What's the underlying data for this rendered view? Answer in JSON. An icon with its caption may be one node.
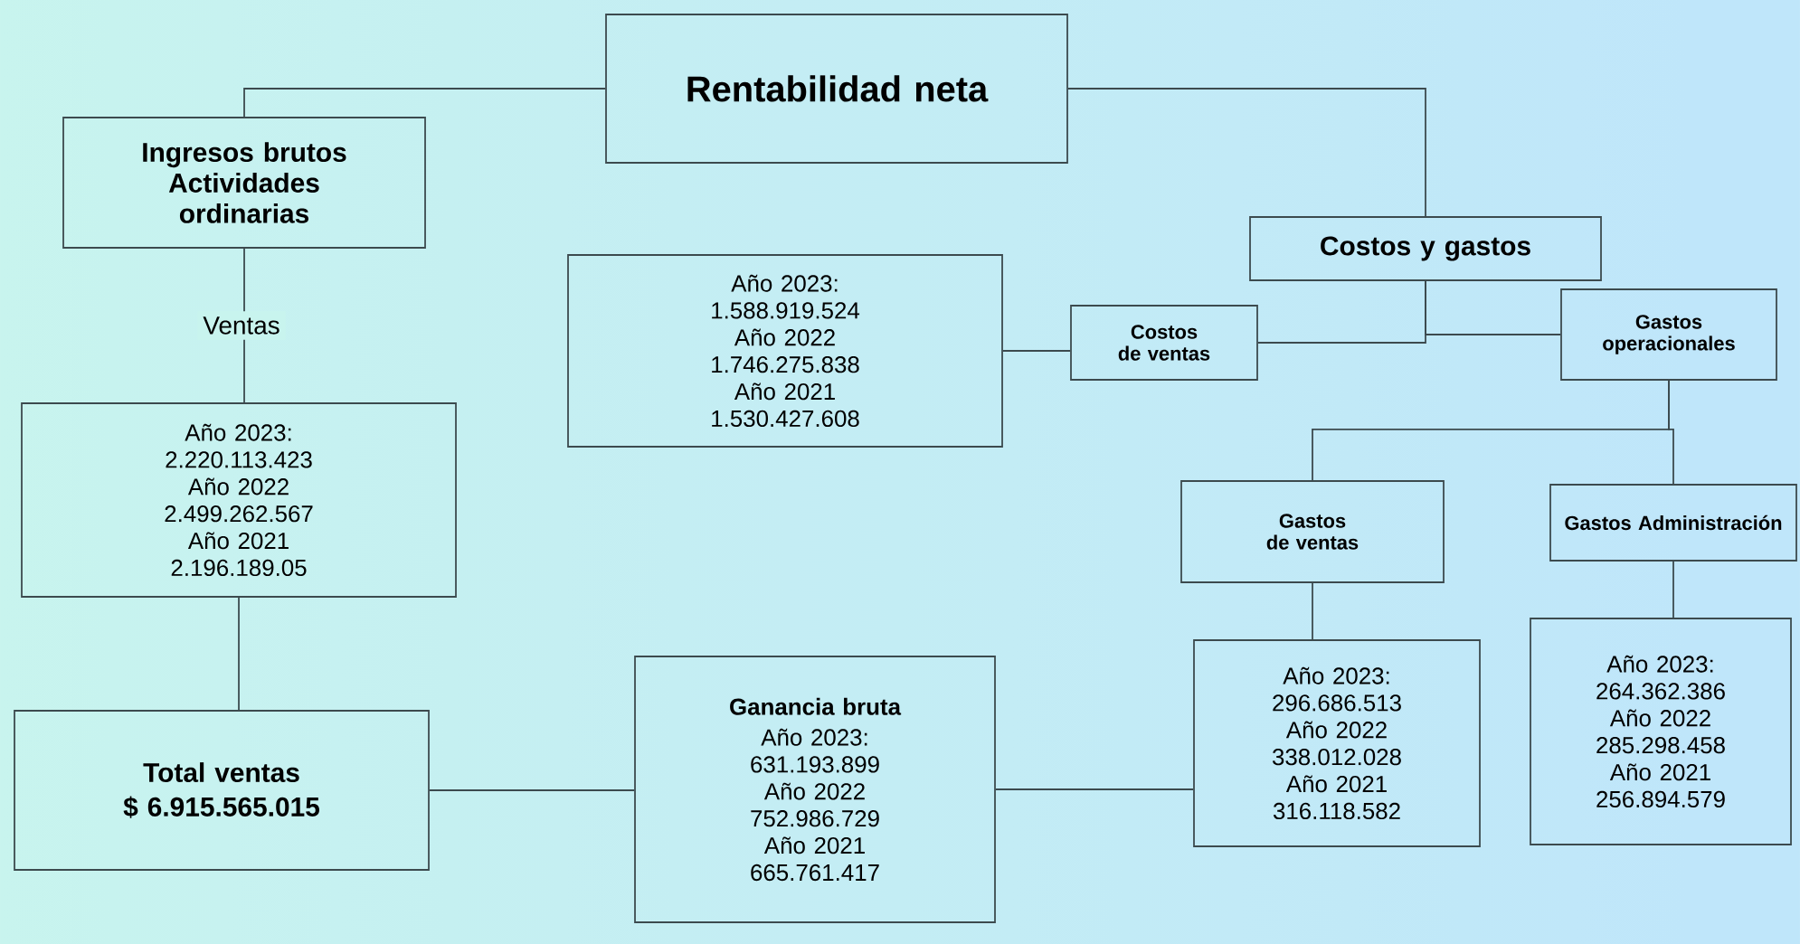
{
  "diagram": {
    "nodes": [
      {
        "text": [
          "Rentabilidad neta"
        ]
      },
      {
        "text": [
          "Ingresos brutos Actividades ordinarias"
        ]
      },
      {
        "text": [
          "Costos y gastos"
        ]
      },
      {
        "text": [
          "Año 2023: 1.588.919.524 Año 2022 1.746.275.838 Año 2021 1.530.427.608"
        ]
      },
      {
        "text": [
          "Costos de ventas"
        ]
      },
      {
        "text": [
          "Gastos operacionales"
        ]
      },
      {
        "text": [
          "Año 2023: 2.220.113.423 Año 2022 2.499.262.567 Año 2021 2.196.189.05"
        ]
      },
      {
        "text": [
          "Gastos de ventas"
        ]
      },
      {
        "text": [
          "Gastos Administración"
        ]
      },
      {
        "text": [
          "Total ventas",
          "$ 6.915.565.015"
        ]
      },
      {
        "text": [
          "Ganancia bruta",
          "Año 2023: 631.193.899 Año 2022 752.986.729 Año 2021 665.761.417"
        ]
      },
      {
        "text": [
          "Año 2023: 296.686.513 Año 2022 338.012.028 Año 2021 316.118.582"
        ]
      },
      {
        "text": [
          "Año 2023: 264.362.386 Año 2022 285.298.458 Año 2021 256.894.579"
        ]
      }
    ],
    "edges": [
      {
        "from": 0,
        "to": 1,
        "arrow": "none"
      },
      {
        "from": 0,
        "to": 2,
        "arrow": "none"
      },
      {
        "from": 3,
        "to": 4,
        "arrow": "none"
      },
      {
        "from": 2,
        "to": 4,
        "arrow": "none"
      },
      {
        "from": 2,
        "to": 5,
        "arrow": "none"
      },
      {
        "from": 5,
        "to": 7,
        "arrow": "none"
      },
      {
        "from": 5,
        "to": 8,
        "arrow": "none"
      },
      {
        "from": 1,
        "to": 6,
        "arrow": "none",
        "label": "Ventas"
      },
      {
        "from": 6,
        "to": 9,
        "arrow": "none"
      },
      {
        "from": 9,
        "to": 10,
        "arrow": "none"
      },
      {
        "from": 10,
        "to": 11,
        "arrow": "none"
      },
      {
        "from": 7,
        "to": 11,
        "arrow": "none"
      },
      {
        "from": 8,
        "to": 12,
        "arrow": "none"
      }
    ]
  }
}
